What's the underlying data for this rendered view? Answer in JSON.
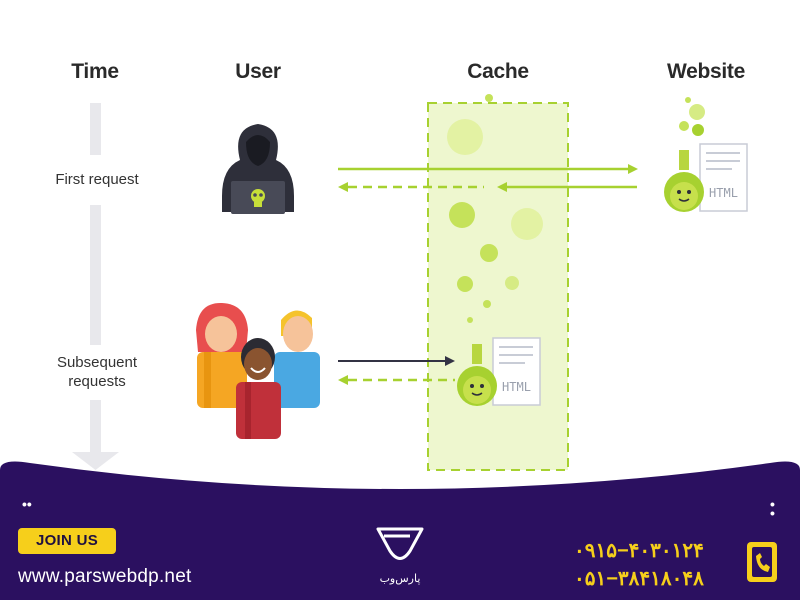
{
  "headers": {
    "time": "Time",
    "user": "User",
    "cache": "Cache",
    "website": "Website"
  },
  "time_labels": {
    "first_request": "First request",
    "subsequent_line1": "Subsequent",
    "subsequent_line2": "requests"
  },
  "document_label": "HTML",
  "footer": {
    "join_label": "JOIN US",
    "website_url": "www.parswebdp.net",
    "phone1": "۰۹۱۵−۴۰۳۰۱۲۴",
    "phone2": "۰۵۱−۳۸۴۱۸۰۴۸",
    "brand_name": "پارس‌وب"
  },
  "colors": {
    "accent_green": "#a7d130",
    "cache_fill": "#eef7cf",
    "footer_purple": "#2b1060",
    "accent_yellow": "#f6cf1b",
    "arrow_dark": "#333344"
  },
  "icons": [
    "hacker-user-icon",
    "group-users-icon",
    "potion-flask-icon",
    "html-document-icon",
    "phone-book-icon",
    "brand-logo-icon"
  ]
}
